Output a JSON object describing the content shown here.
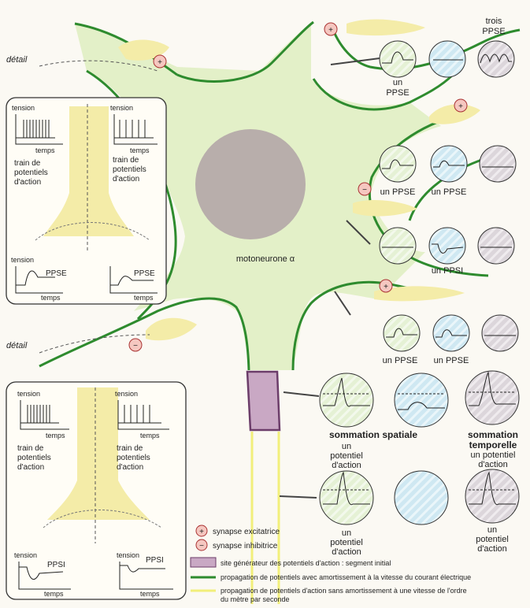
{
  "labels": {
    "neuron": "motoneurone α",
    "detail_top": "détail",
    "detail_bottom": "détail"
  },
  "inset_top": {
    "tension_left": "tension",
    "tension_right": "tension",
    "temps_left": "temps",
    "temps_right": "temps",
    "train_left": [
      "train de",
      "potentiels",
      "d'action"
    ],
    "train_right": [
      "train de",
      "potentiels",
      "d'action"
    ],
    "tension_bl": "tension",
    "ppse_bl": "PPSE",
    "temps_bl": "temps",
    "ppse_br": "PPSE",
    "temps_br": "temps"
  },
  "inset_bottom": {
    "tension_left": "tension",
    "tension_right": "tension",
    "temps_left": "temps",
    "temps_right": "temps",
    "train_left": [
      "train de",
      "potentiels",
      "d'action"
    ],
    "train_right": [
      "train de",
      "potentiels",
      "d'action"
    ],
    "tension_bl": "tension",
    "ppsi_bl": "PPSI",
    "temps_bl": "temps",
    "tension_br": "tension",
    "ppsi_br": "PPSI",
    "temps_br": "temps"
  },
  "recordings": {
    "r1_left": [
      "un",
      "PPSE"
    ],
    "r1_right": [
      "trois",
      "PPSE"
    ],
    "r2_left": "un PPSE",
    "r2_mid": "un PPSE",
    "r3_mid": "un PPSI",
    "r4_left": "un PPSE",
    "r4_mid": "un PPSE",
    "somm_spatiale": "sommation spatiale",
    "somm_spatiale_sub": [
      "un",
      "potentiel",
      "d'action"
    ],
    "somm_temporelle": [
      "sommation",
      "temporelle"
    ],
    "somm_temporelle_sub": [
      "un potentiel",
      "d'action"
    ],
    "bottom_left": [
      "un",
      "potentiel",
      "d'action"
    ],
    "bottom_right": [
      "un",
      "potentiel",
      "d'action"
    ]
  },
  "symbols": {
    "plus": "+",
    "minus": "−"
  },
  "legend": {
    "excit": "synapse excitatrice",
    "inhib": "synapse inhibitrice",
    "site": "site générateur des potentiels d'action : segment initial",
    "green": "propagation de potentiels avec amortissement à la vitesse du courant électrique",
    "yellow_l1": "propagation de potentiels d'action sans amortissement à une vitesse de l'ordre",
    "yellow_l2": "du mètre par seconde"
  },
  "colors": {
    "cell": "#e3f0c8",
    "membrane": "#2e8b2e",
    "nucleus": "#b8aeab",
    "axon_site": "#c9a8c4",
    "yellow": "#f2ef7a",
    "bouton": "#f4eca8",
    "excit": "#f5c7c0",
    "scope_green": "#e5f1d5",
    "scope_blue": "#cfe8f2",
    "scope_grey": "#dcd6db"
  }
}
